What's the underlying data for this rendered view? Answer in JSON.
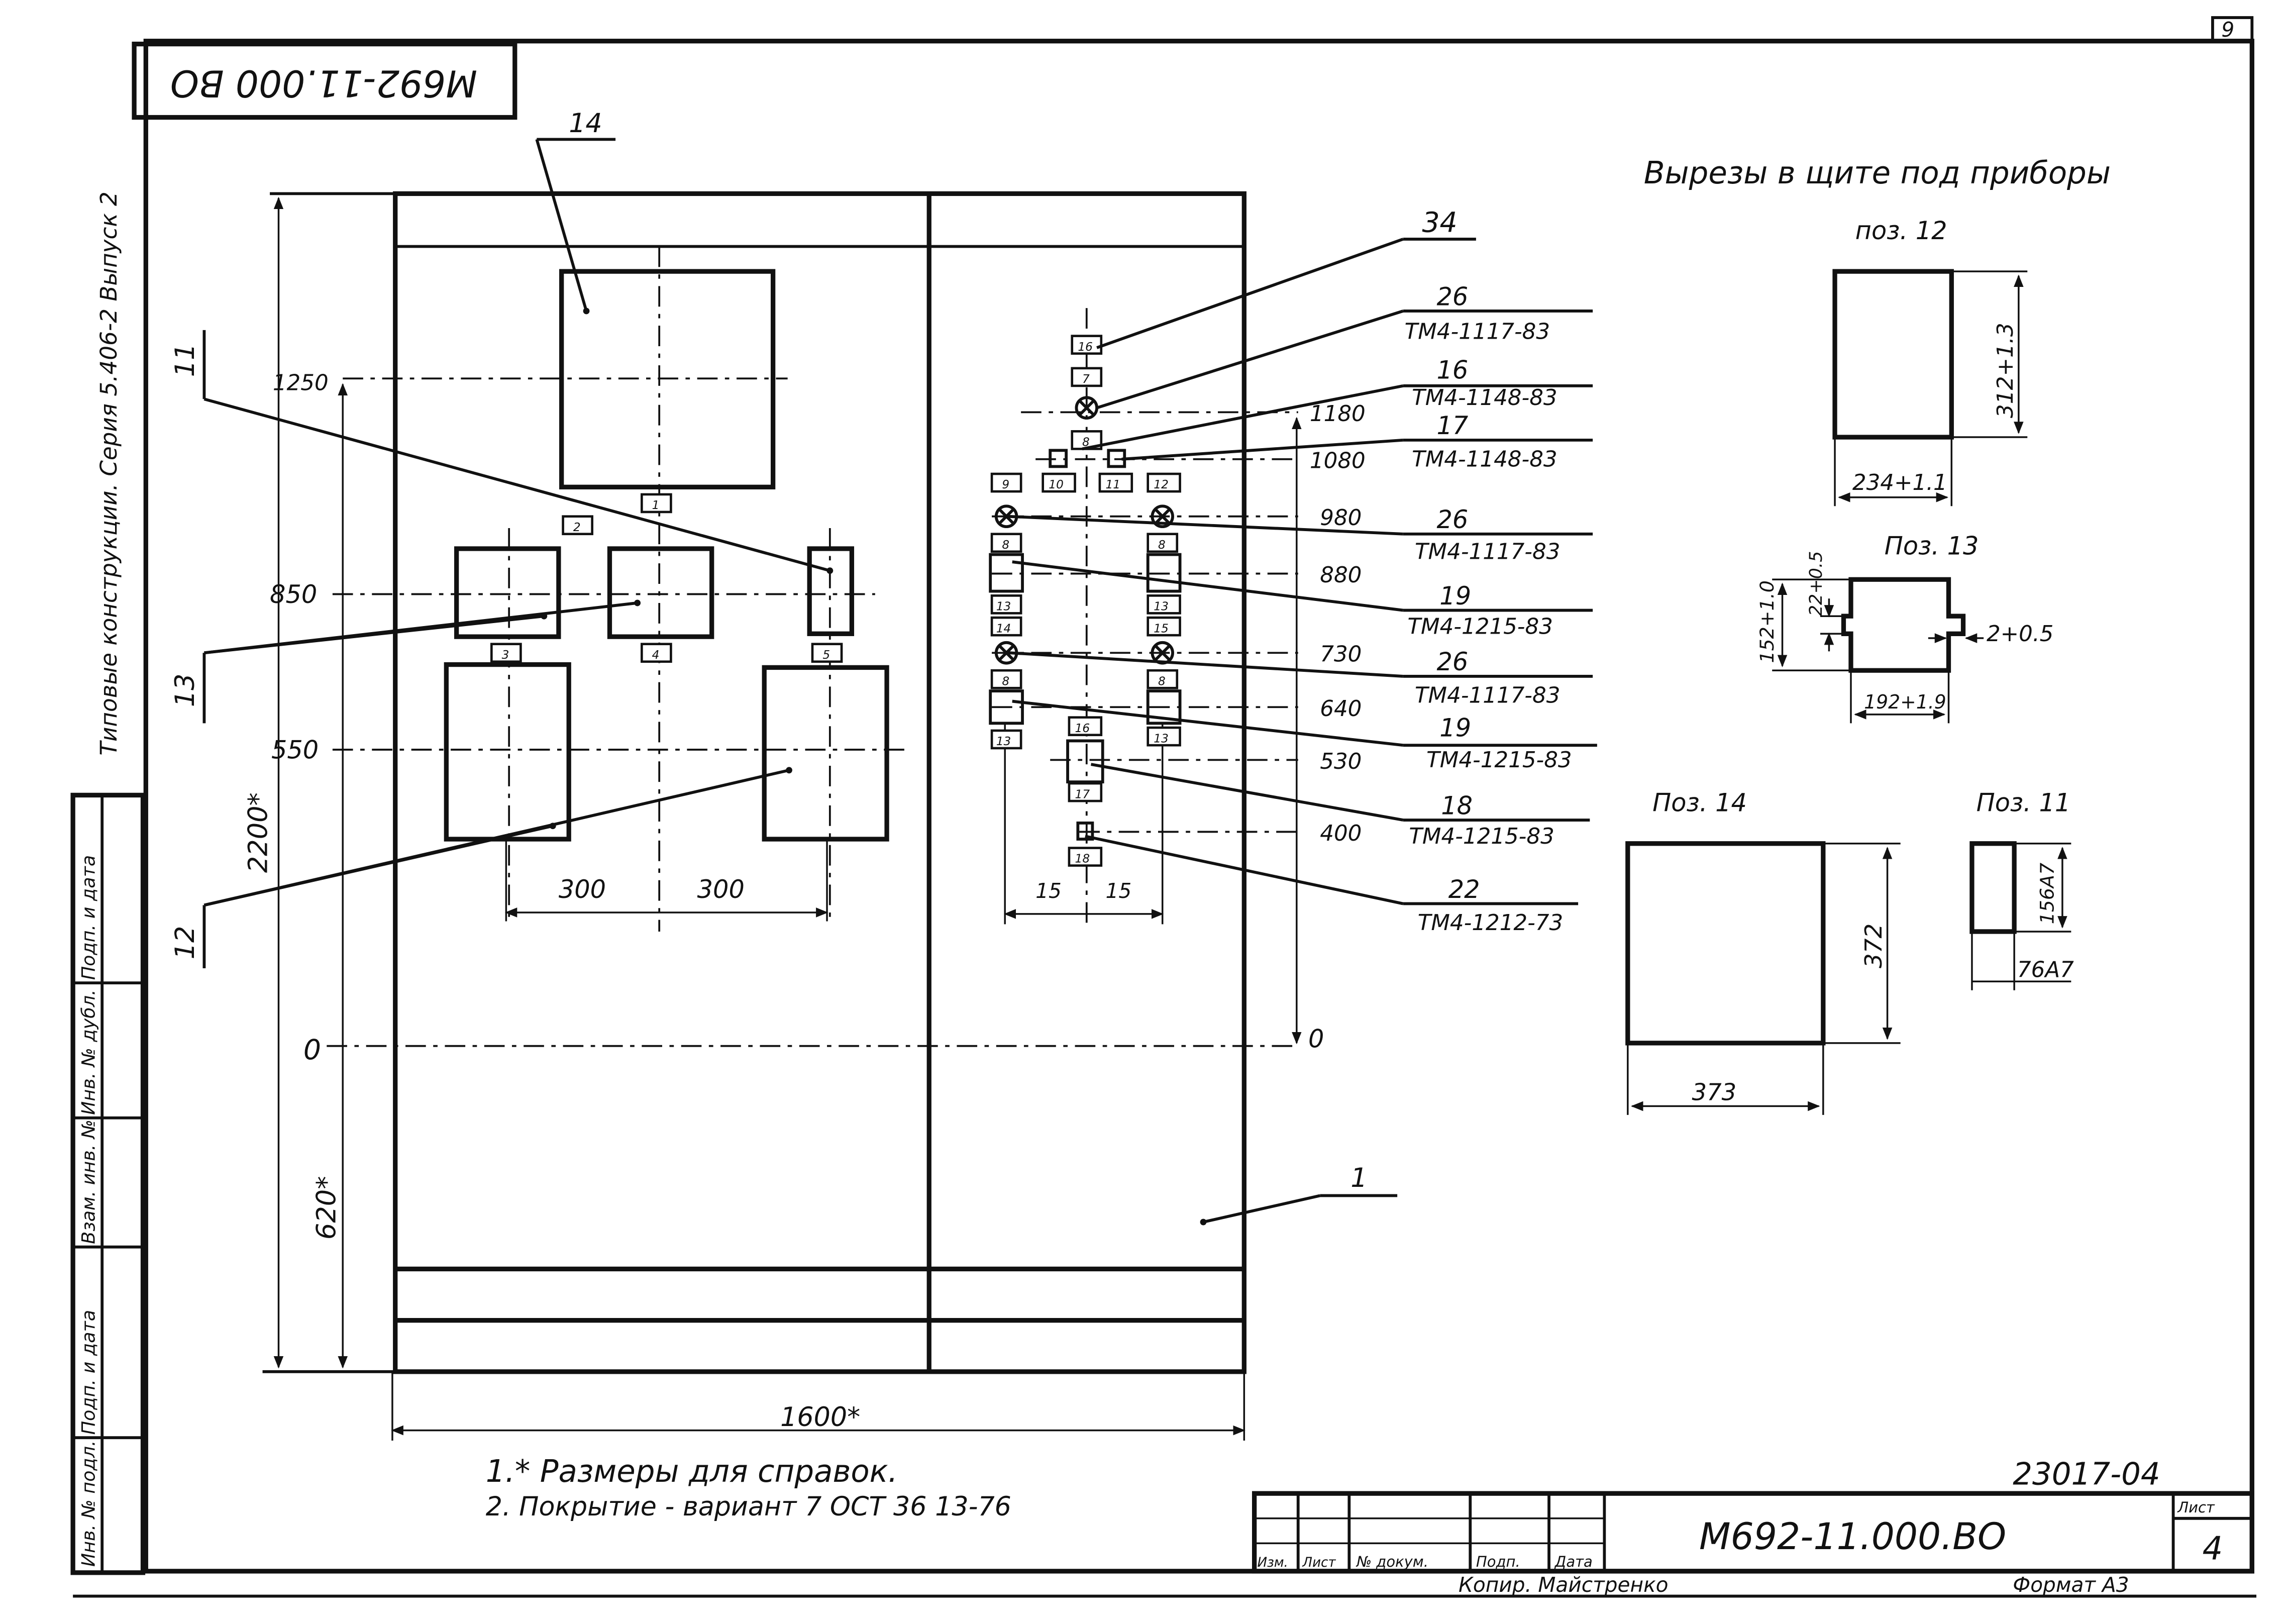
{
  "sheet": {
    "corner_page": "9",
    "code_box": "М692-11.000 ВО",
    "series": "Типовые конструкции. Серия 5.406-2 Выпуск 2",
    "side_fields": [
      "Подп. и дата",
      "Инв. № дубл.",
      "Взам. инв. №",
      "Подп. и дата",
      "Инв. № подл."
    ]
  },
  "drawing": {
    "leaders": [
      "14",
      "11",
      "13",
      "12",
      "1"
    ],
    "levels": [
      "1250",
      "850",
      "550",
      "0"
    ],
    "overall_height": "2200*",
    "lower_height": "620*",
    "width_dims": [
      "300",
      "300"
    ],
    "overall_width": "1600*",
    "right_levels": [
      "1180",
      "1080",
      "980",
      "880",
      "730",
      "640",
      "530",
      "400",
      "0"
    ],
    "small_dims": [
      "15",
      "15"
    ],
    "small_tags": [
      "1",
      "2",
      "3",
      "4",
      "5",
      "16",
      "7",
      "8",
      "10",
      "11",
      "9",
      "12",
      "8",
      "8",
      "13",
      "13",
      "14",
      "15",
      "8",
      "8",
      "13",
      "16",
      "13",
      "17",
      "18"
    ]
  },
  "callouts": [
    {
      "pos": "34",
      "doc": ""
    },
    {
      "pos": "26",
      "doc": "ТМ4-1117-83"
    },
    {
      "pos": "16",
      "doc": "ТМ4-1148-83"
    },
    {
      "pos": "17",
      "doc": "ТМ4-1148-83"
    },
    {
      "pos": "26",
      "doc": "ТМ4-1117-83"
    },
    {
      "pos": "19",
      "doc": "ТМ4-1215-83"
    },
    {
      "pos": "26",
      "doc": "ТМ4-1117-83"
    },
    {
      "pos": "19",
      "doc": "ТМ4-1215-83"
    },
    {
      "pos": "18",
      "doc": "ТМ4-1215-83"
    },
    {
      "pos": "22",
      "doc": "ТМ4-1212-73"
    }
  ],
  "cutouts": {
    "title": "Вырезы в щите под приборы",
    "p12": {
      "label": "поз. 12",
      "height": "312+1.3",
      "width": "234+1.1"
    },
    "p13": {
      "label": "Поз. 13",
      "h1": "152+1.0",
      "h2": "22+0.5",
      "slot": "2+0.5",
      "width": "192+1.9"
    },
    "p14": {
      "label": "Поз. 14",
      "height": "372",
      "width": "373"
    },
    "p11": {
      "label": "Поз. 11",
      "height": "156А7",
      "width": "76А7"
    }
  },
  "notes": [
    "1.* Размеры для справок.",
    "2. Покрытие - вариант 7 ОСТ 36 13-76"
  ],
  "title_block": {
    "registry": "23017-04",
    "code": "М692-11.000.ВО",
    "sheet_label": "Лист",
    "sheet_no": "4",
    "headers": [
      "Изм.",
      "Лист",
      "№ докум.",
      "Подп.",
      "Дата"
    ],
    "copied": "Копир. Майстренко",
    "format": "Формат А3"
  }
}
